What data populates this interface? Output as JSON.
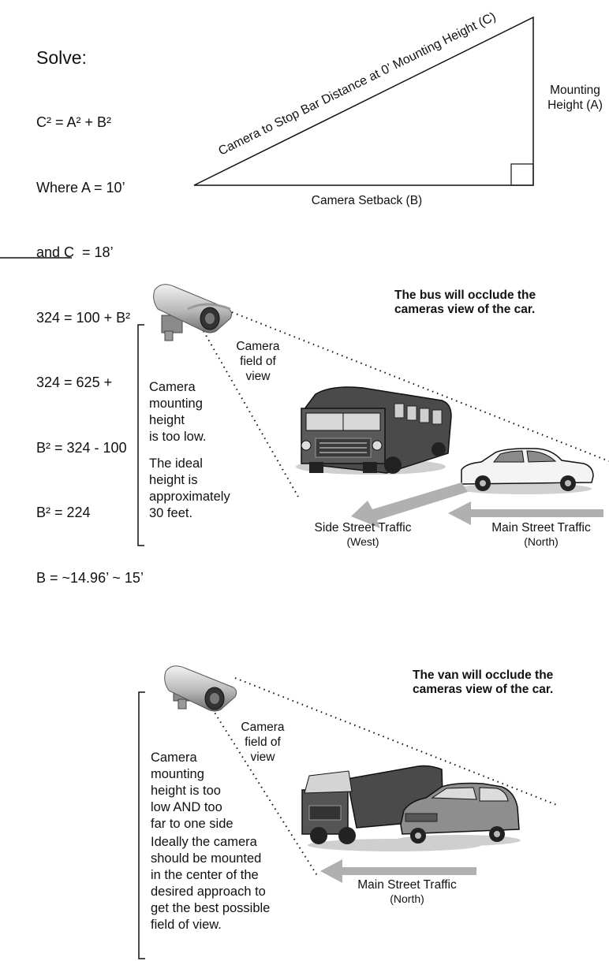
{
  "triangle": {
    "solve_title": "Solve:",
    "lines": [
      "C² = A² + B²",
      "Where A = 10’",
      "and C  = 18’",
      "324 = 100 + B²",
      "324 = 625 +",
      "B² = 324 - 100",
      "B² = 224",
      "B = ~14.96’ ~ 15’"
    ],
    "hypotenuse_label": "Camera to Stop Bar Distance at 0’ Mounting Height (C)",
    "vertical_label": "Mounting\nHeight (A)",
    "base_label": "Camera Setback (B)"
  },
  "diagram1": {
    "headline": "The bus will occlude the\ncameras view of the car.",
    "fov_label": "Camera\nfield of\nview",
    "note_1": "Camera\nmounting\nheight\nis too low.",
    "note_2": "The ideal\nheight is\napproximately\n30 feet.",
    "side_street": "Side Street Traffic",
    "side_dir": "(West)",
    "main_street": "Main Street Traffic",
    "main_dir": "(North)"
  },
  "diagram2": {
    "headline": "The van will occlude the\ncameras view of the car.",
    "fov_label": "Camera\nfield of\nview",
    "note_1": "Camera\nmounting\nheight is too\nlow AND too\nfar to one side",
    "note_2": "Ideally the camera\nshould be mounted\nin the center of the\ndesired approach to\nget the best possible\nfield of view.",
    "main_street": "Main Street Traffic",
    "main_dir": "(North)"
  }
}
